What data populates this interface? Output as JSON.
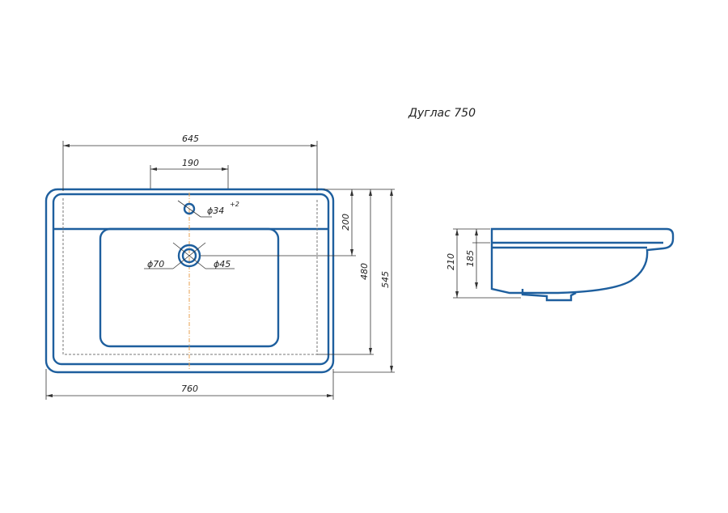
{
  "title": "Дуглас 750",
  "dimensions": {
    "overall_width_top": "645",
    "tap_spacing": "190",
    "overall_width_bottom": "760",
    "depth_to_drain": "200",
    "inner_depth": "480",
    "overall_depth": "545",
    "tap_hole": "ϕ34",
    "tap_hole_tolerance": "+2",
    "drain_outer": "ϕ70",
    "drain_inner": "ϕ45",
    "side_height": "210",
    "side_inner_height": "185"
  },
  "colors": {
    "outline": "#1e5f9e",
    "center_axis": "#e8a050",
    "dimension_lines": "#333333"
  }
}
